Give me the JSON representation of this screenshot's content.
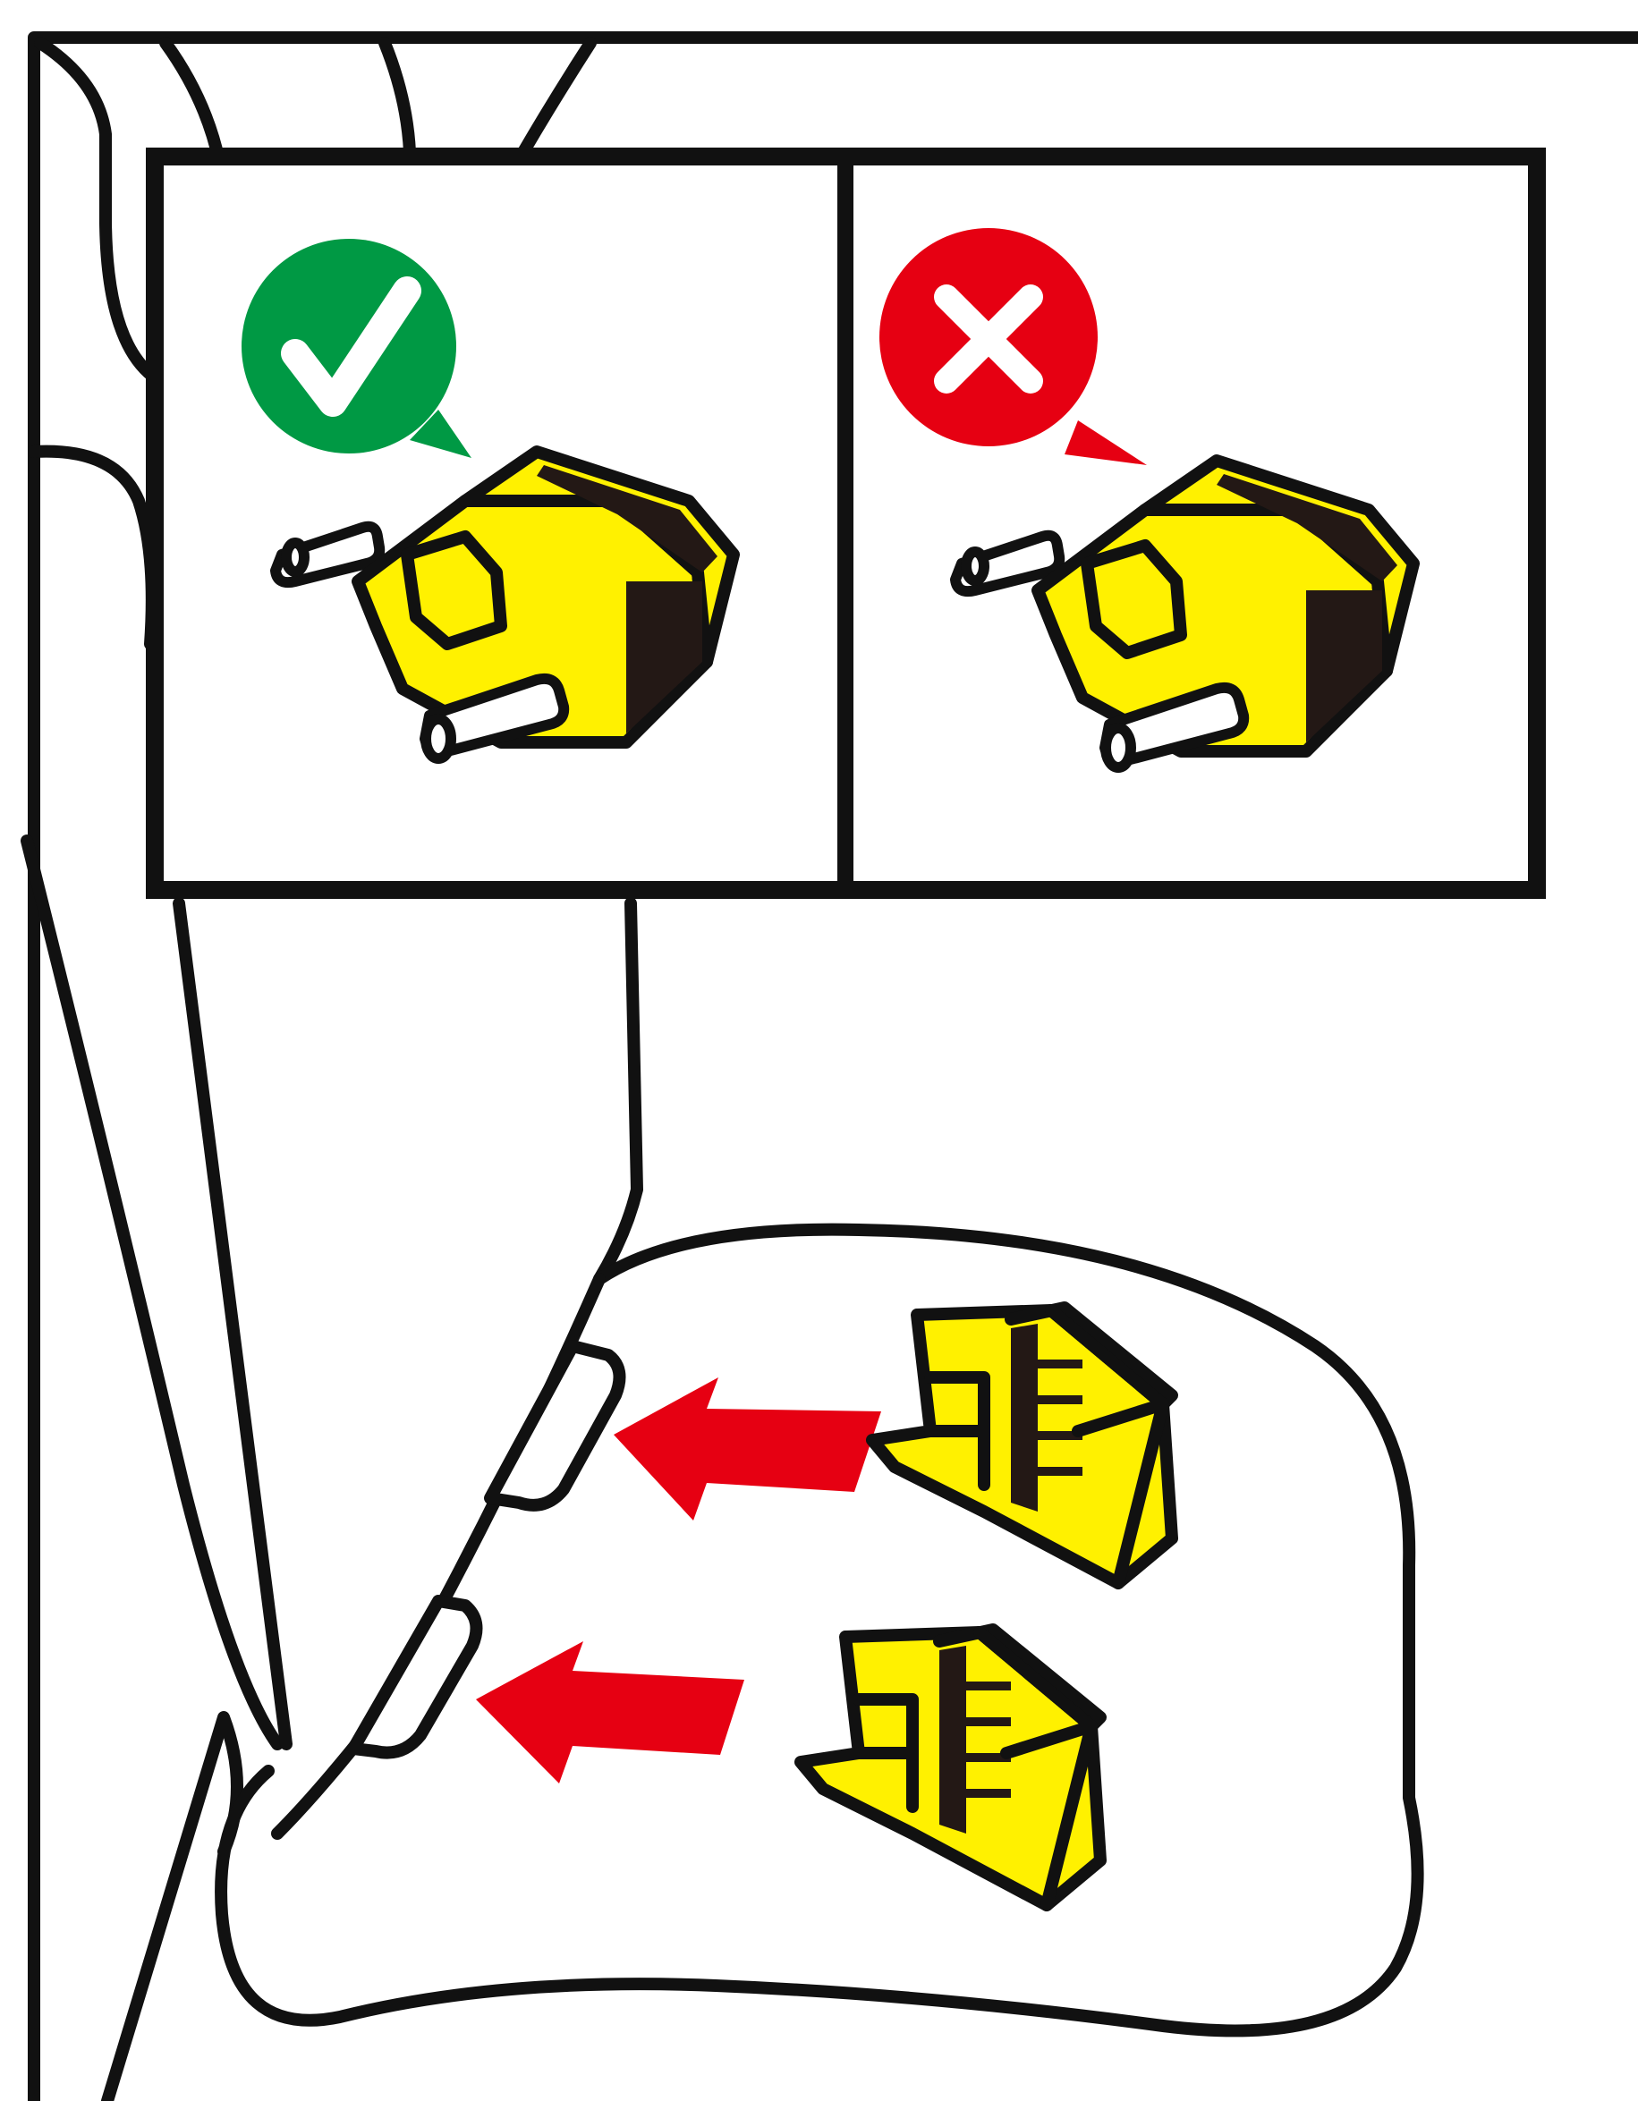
{
  "figure": {
    "panels": [
      {
        "id": "correct",
        "mark_icon": "check-icon",
        "mark_color": "#009944"
      },
      {
        "id": "incorrect",
        "mark_icon": "cross-icon",
        "mark_color": "#e60012"
      }
    ],
    "connectors": 2,
    "arrow_direction": "left"
  },
  "colors": {
    "connector_yellow": "#fff100",
    "arrow_red": "#e60012",
    "outline": "#111111",
    "dark_ribs": "#231815"
  }
}
